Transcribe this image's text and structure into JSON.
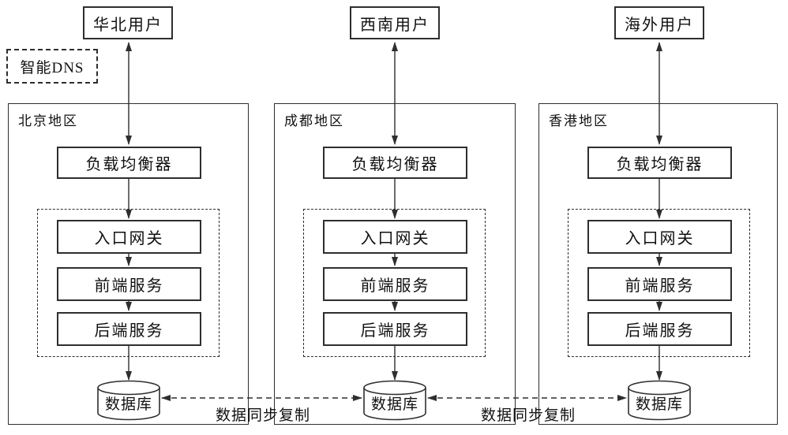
{
  "diagram": {
    "dns_label": "智能DNS",
    "sync_labels": [
      "数据同步复制",
      "数据同步复制"
    ],
    "regions": [
      {
        "user": "华北用户",
        "name": "北京地区",
        "nodes": {
          "load_balancer": "负载均衡器",
          "gateway": "入口网关",
          "frontend": "前端服务",
          "backend": "后端服务",
          "database": "数据库"
        }
      },
      {
        "user": "西南用户",
        "name": "成都地区",
        "nodes": {
          "load_balancer": "负载均衡器",
          "gateway": "入口网关",
          "frontend": "前端服务",
          "backend": "后端服务",
          "database": "数据库"
        }
      },
      {
        "user": "海外用户",
        "name": "香港地区",
        "nodes": {
          "load_balancer": "负载均衡器",
          "gateway": "入口网关",
          "frontend": "前端服务",
          "backend": "后端服务",
          "database": "数据库"
        }
      }
    ],
    "colors": {
      "line": "#2e2e2e",
      "text": "#111111",
      "background": "#ffffff"
    }
  }
}
